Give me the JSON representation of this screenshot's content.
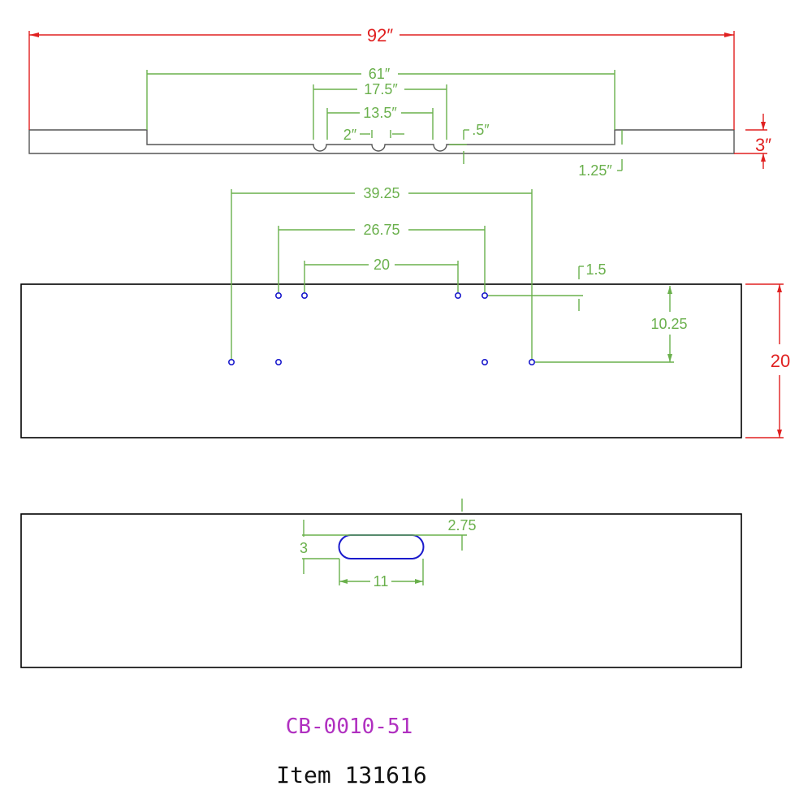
{
  "side_view": {
    "overall_length": "92″",
    "center_length": "61″",
    "notch_span_outer": "17.5″",
    "notch_span_inner": "13.5″",
    "notch_spacing": "2″",
    "notch_depth": ".5″",
    "step_height": "1.25″",
    "overall_height": "3″"
  },
  "top_view": {
    "hole_span_outer": "39.25",
    "hole_span_mid": "26.75",
    "hole_span_inner": "20",
    "hole_edge_offset": "1.5",
    "hole_row_spacing": "10.25",
    "overall_width": "20"
  },
  "bottom_view": {
    "slot_edge_offset": "2.75",
    "slot_width": "3",
    "slot_length": "11"
  },
  "title_block": {
    "part_code": "CB-0010-51",
    "item_label": "Item",
    "item_number": "131616"
  },
  "colors": {
    "dimension": "#6ab04c",
    "overall_dimension": "#e02020",
    "hole": "#1a1acc",
    "part_code": "#b030c0"
  }
}
